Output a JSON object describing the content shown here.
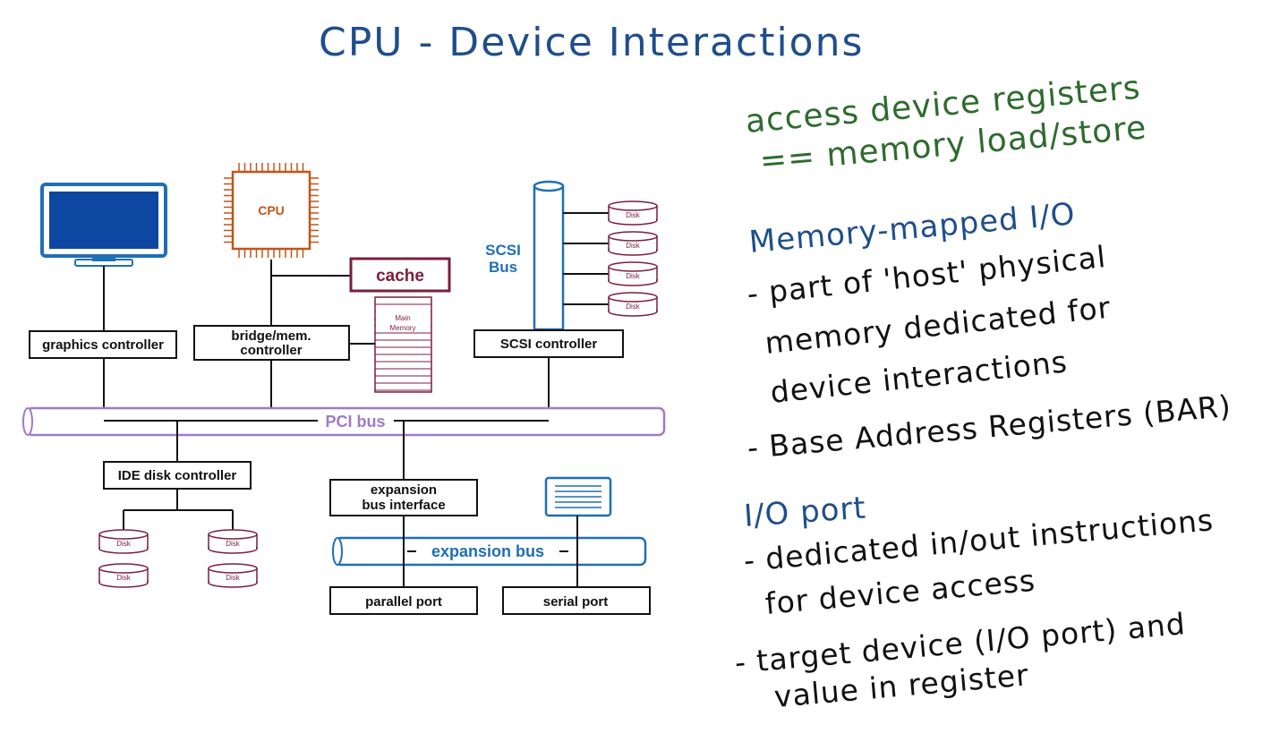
{
  "title": "CPU - Device Interactions",
  "colors": {
    "blue": "#1f6fb5",
    "maroon": "#7b1f3a",
    "orange": "#c0561a",
    "purple": "#a07ac8",
    "green": "#2f6b2f",
    "ink": "#111111"
  },
  "diagram": {
    "cpu": "CPU",
    "cache": "cache",
    "main_memory_line1": "Main",
    "main_memory_line2": "Memory",
    "scsi_bus_line1": "SCSI",
    "scsi_bus_line2": "Bus",
    "graphics_controller": "graphics controller",
    "bridge_line1": "bridge/mem.",
    "bridge_line2": "controller",
    "scsi_controller": "SCSI controller",
    "pci_bus": "PCI bus",
    "ide_disk_controller": "IDE disk controller",
    "expansion_line1": "expansion",
    "expansion_line2": "bus interface",
    "expansion_bus": "expansion bus",
    "parallel_port": "parallel port",
    "serial_port": "serial port",
    "disk": "Disk"
  },
  "notes": {
    "line1": "access device registers",
    "line2": "== memory load/store",
    "mm_heading": "Memory-mapped I/O",
    "mm_b1_l1": "- part of 'host' physical",
    "mm_b1_l2": "memory dedicated for",
    "mm_b1_l3": "device interactions",
    "mm_b2": "- Base Address Registers (BAR)",
    "io_heading": "I/O port",
    "io_b1_l1": "- dedicated in/out instructions",
    "io_b1_l2": "for device access",
    "io_b2_l1": "- target device (I/O port) and",
    "io_b2_l2": "value in register"
  }
}
